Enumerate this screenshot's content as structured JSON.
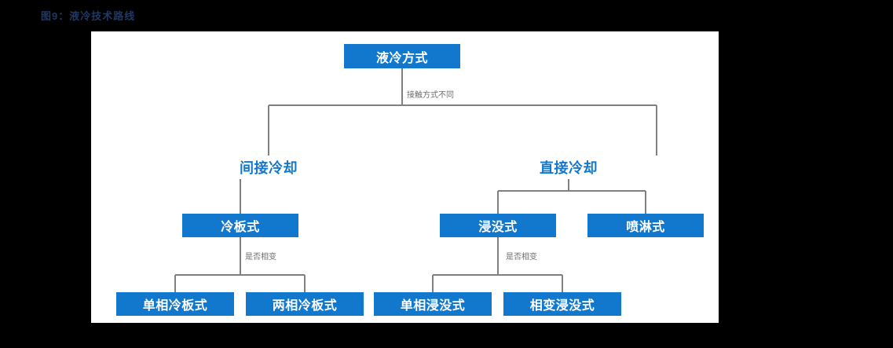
{
  "figure": {
    "caption": "图9：液冷技术路线",
    "caption_color": "#1F3864"
  },
  "theme": {
    "node_fill": "#1278CD",
    "node_text": "#FFFFFF",
    "plain_node_text": "#1278CD",
    "connector": "#808080",
    "edge_label_text": "#6E6E6E",
    "canvas": "#FFFFFF",
    "page_background": "#000000"
  },
  "diagram": {
    "type": "tree",
    "root": {
      "id": "root",
      "label": "液冷方式",
      "style": "box"
    },
    "level2": [
      {
        "id": "indirect",
        "label": "间接冷却",
        "style": "text"
      },
      {
        "id": "direct",
        "label": "直接冷却",
        "style": "text"
      }
    ],
    "level3": [
      {
        "id": "coldplate",
        "label": "冷板式",
        "style": "box",
        "parent": "indirect"
      },
      {
        "id": "immersion",
        "label": "浸没式",
        "style": "box",
        "parent": "direct"
      },
      {
        "id": "spray",
        "label": "喷淋式",
        "style": "box",
        "parent": "direct"
      }
    ],
    "level4": [
      {
        "id": "sp-coldplate",
        "label": "单相冷板式",
        "style": "box",
        "parent": "coldplate"
      },
      {
        "id": "tp-coldplate",
        "label": "两相冷板式",
        "style": "box",
        "parent": "coldplate"
      },
      {
        "id": "sp-immersion",
        "label": "单相浸没式",
        "style": "box",
        "parent": "immersion"
      },
      {
        "id": "pc-immersion",
        "label": "相变浸没式",
        "style": "box",
        "parent": "immersion"
      }
    ],
    "edge_labels": {
      "contact": "接触方式不同",
      "phase_left": "是否相变",
      "phase_right": "是否相变"
    }
  }
}
